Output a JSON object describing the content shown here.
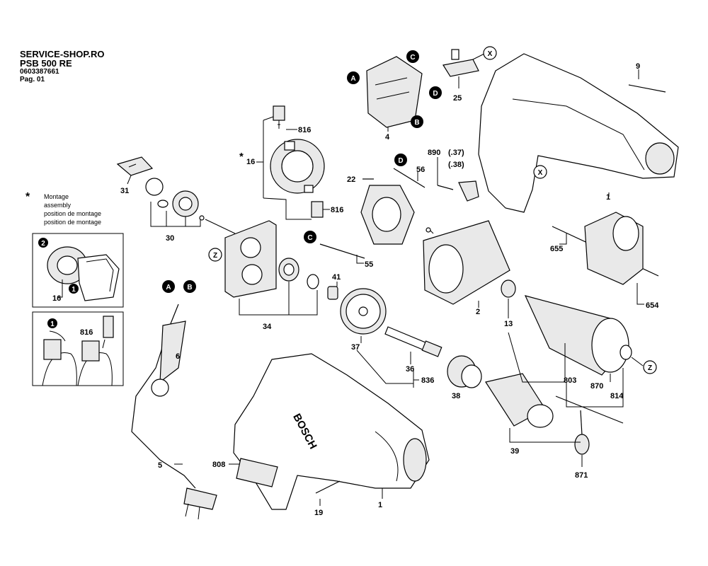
{
  "header": {
    "shop": "SERVICE-SHOP.RO",
    "model": "PSB 500 RE",
    "part_number": "0603387661",
    "page": "Pag. 01"
  },
  "note": {
    "star": "*",
    "lines": [
      "Montage",
      "assembly",
      "position de montage",
      "position de montage"
    ]
  },
  "brand_logo": "BOSCH",
  "callouts": {
    "A": "A",
    "B": "B",
    "C": "C",
    "D": "D",
    "X": "X",
    "Z": "Z",
    "n1": "1",
    "n2": "2"
  },
  "parts": {
    "p1a": "1",
    "p1b": "1",
    "p2": "2",
    "p4": "4",
    "p5": "5",
    "p6": "6",
    "p9": "9",
    "p13": "13",
    "p16a": "16",
    "p16b": "16",
    "p19": "19",
    "p22": "22",
    "p25": "25",
    "p30": "30",
    "p31": "31",
    "p34": "34",
    "p36": "36",
    "p37": "37",
    "p38": "38",
    "p39": "39",
    "p41": "41",
    "p55": "55",
    "p56": "56",
    "p654": "654",
    "p655": "655",
    "p803": "803",
    "p808": "808",
    "p814": "814",
    "p816a": "816",
    "p816b": "816",
    "p816c": "816",
    "p836": "836",
    "p870": "870",
    "p871": "871",
    "p890": "890",
    "p890a": "(.37)",
    "p890b": "(.38)"
  }
}
